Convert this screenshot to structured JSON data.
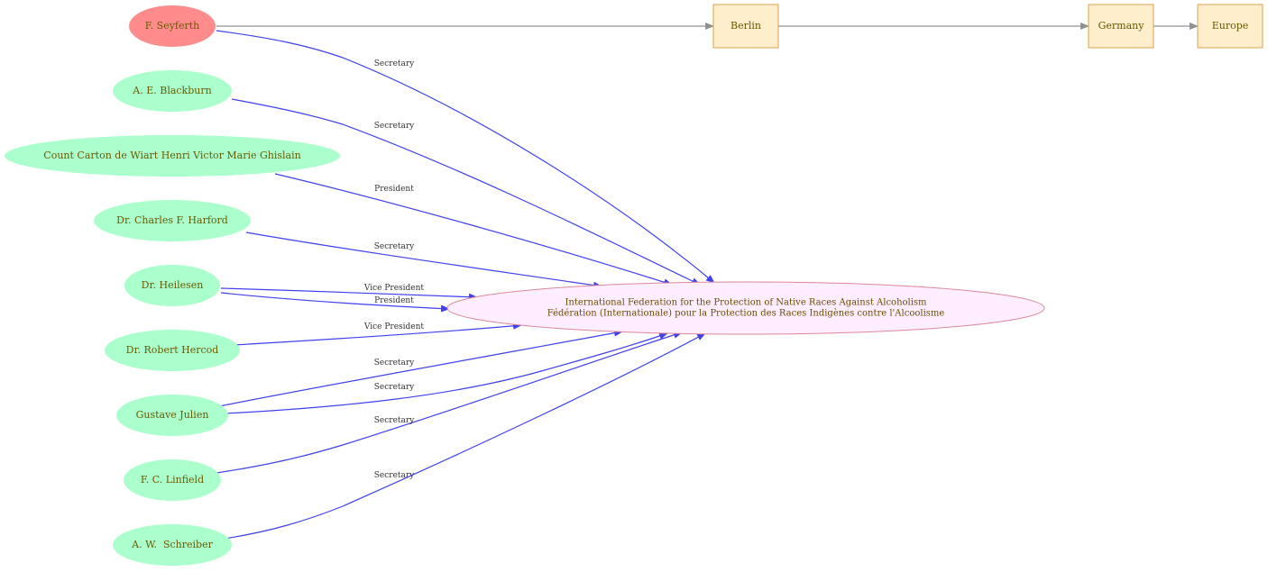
{
  "colors": {
    "person_fill": "#aaffcc",
    "highlight_fill": "#ff8c8c",
    "center_fill": "#ffeeff",
    "center_stroke": "#dd8899",
    "place_fill": "#ffeecc",
    "place_stroke": "#d9a24c",
    "role_edge": "#4040ee",
    "place_edge": "#909090",
    "text": "#6b5a00"
  },
  "center": {
    "line1": "International Federation for the Protection of Native Races Against Alcoholism",
    "line2": "Fédération (Internationale) pour la Protection des Races Indigènes contre l'Alcoolisme"
  },
  "people": [
    {
      "name": "F. Seyferth",
      "highlight": true
    },
    {
      "name": "A. E. Blackburn"
    },
    {
      "name": "Count Carton de Wiart Henri Victor Marie Ghislain"
    },
    {
      "name": "Dr. Charles F. Harford"
    },
    {
      "name": "Dr. Heilesen"
    },
    {
      "name": "Dr. Robert Hercod"
    },
    {
      "name": "Gustave Julien"
    },
    {
      "name": "F. C. Linfield"
    },
    {
      "name": "A. W.  Schreiber"
    }
  ],
  "places": [
    "Berlin",
    "Germany",
    "Europe"
  ],
  "edges": [
    {
      "from": "F. Seyferth",
      "label": "Secretary"
    },
    {
      "from": "A. E. Blackburn",
      "label": "Secretary"
    },
    {
      "from": "Count Carton de Wiart Henri Victor Marie Ghislain",
      "label": "President"
    },
    {
      "from": "Dr. Charles F. Harford",
      "label": "Secretary"
    },
    {
      "from": "Dr. Heilesen",
      "label": "Vice President"
    },
    {
      "from": "Dr. Heilesen",
      "label": "President"
    },
    {
      "from": "Dr. Robert Hercod",
      "label": "Vice President"
    },
    {
      "from": "Gustave Julien",
      "label": "Secretary"
    },
    {
      "from": "Gustave Julien",
      "label": "Secretary"
    },
    {
      "from": "F. C. Linfield",
      "label": "Secretary"
    },
    {
      "from": "A. W.  Schreiber",
      "label": "Secretary"
    }
  ],
  "place_edges": [
    {
      "from": "F. Seyferth",
      "to": "Berlin"
    },
    {
      "from": "Berlin",
      "to": "Germany"
    },
    {
      "from": "Germany",
      "to": "Europe"
    }
  ]
}
